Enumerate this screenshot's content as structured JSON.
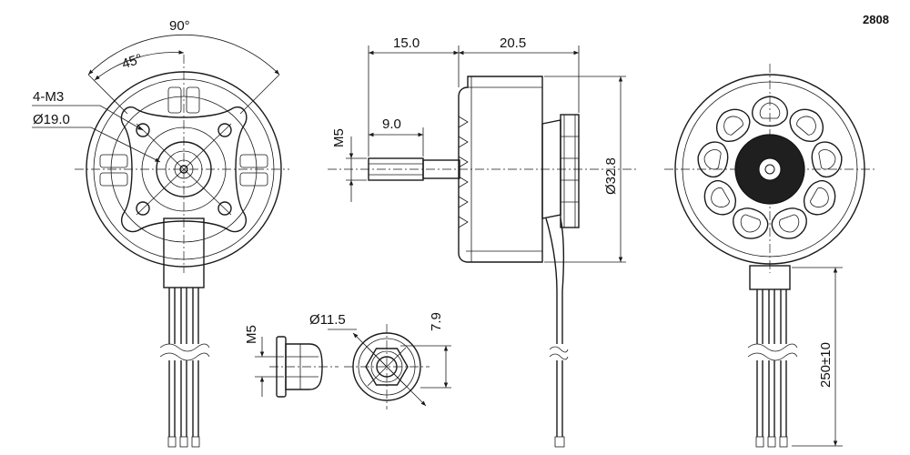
{
  "model": "2808",
  "dimensions": {
    "angle_total": "90°",
    "angle_half": "45°",
    "mount_holes": "4-M3",
    "mount_circle": "Ø19.0",
    "body_length": "15.0",
    "overall_length": "20.5",
    "shaft_length": "9.0",
    "shaft_thread": "M5",
    "body_diameter": "Ø32.8",
    "nut_thread": "M5",
    "nut_diameter": "Ø11.5",
    "nut_height": "7.9",
    "lead_length": "250±10"
  }
}
